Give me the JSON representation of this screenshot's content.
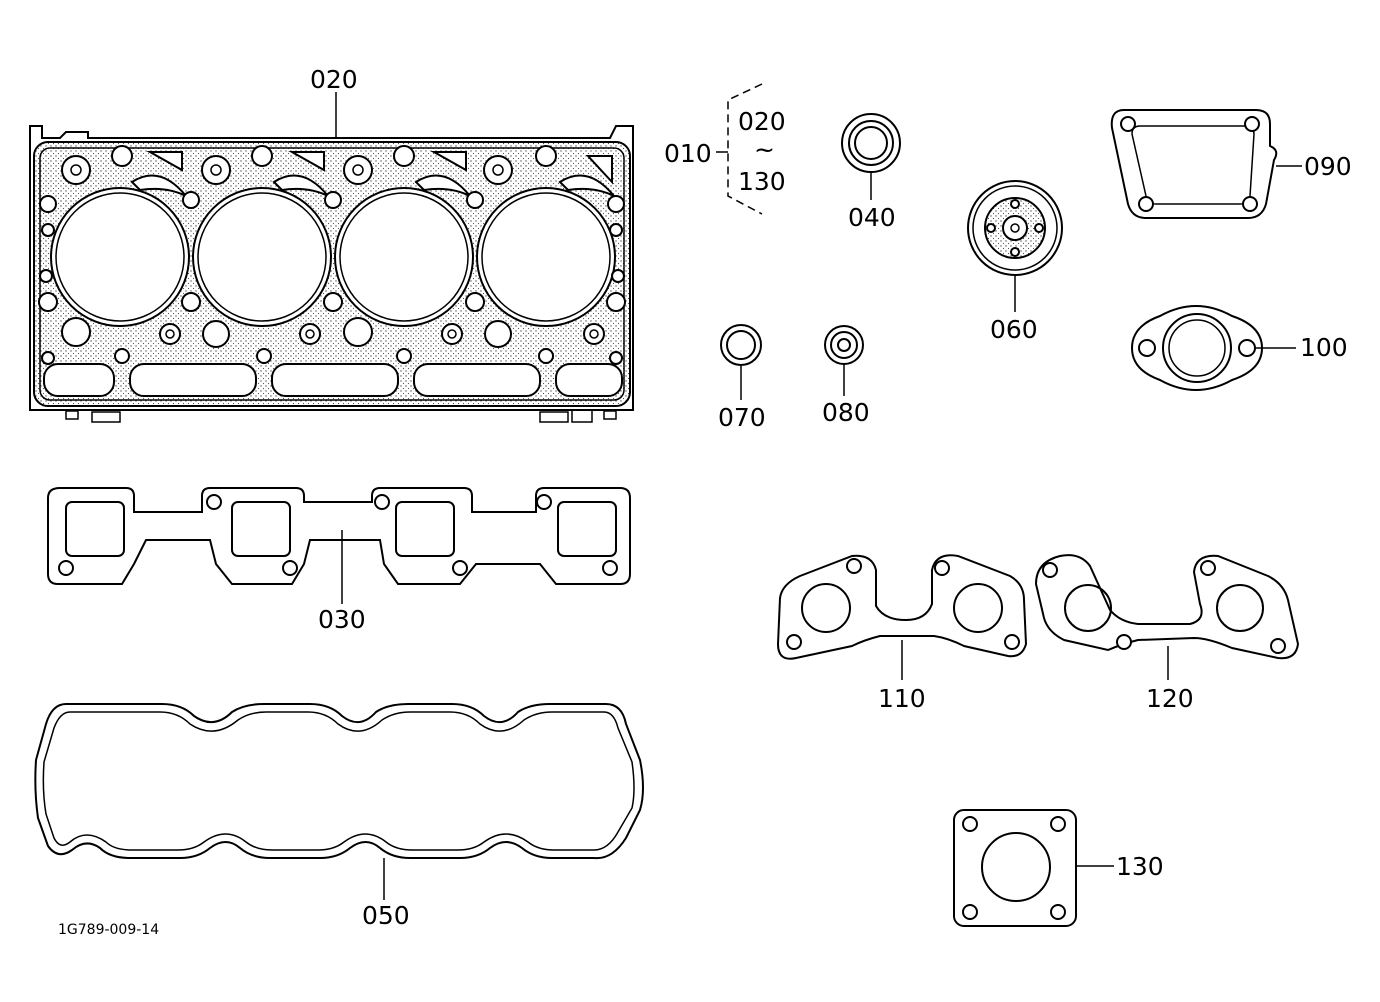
{
  "labels": {
    "p010": "010",
    "p010_from": "020",
    "p010_tilde": "~",
    "p010_to": "130",
    "p020": "020",
    "p030": "030",
    "p040": "040",
    "p050": "050",
    "p060": "060",
    "p070": "070",
    "p080": "080",
    "p090": "090",
    "p100": "100",
    "p110": "110",
    "p120": "120",
    "p130": "130"
  },
  "drawing_ref": "1G789-009-14",
  "colors": {
    "line": "#000000",
    "background": "#ffffff",
    "stipple": "#555555"
  }
}
